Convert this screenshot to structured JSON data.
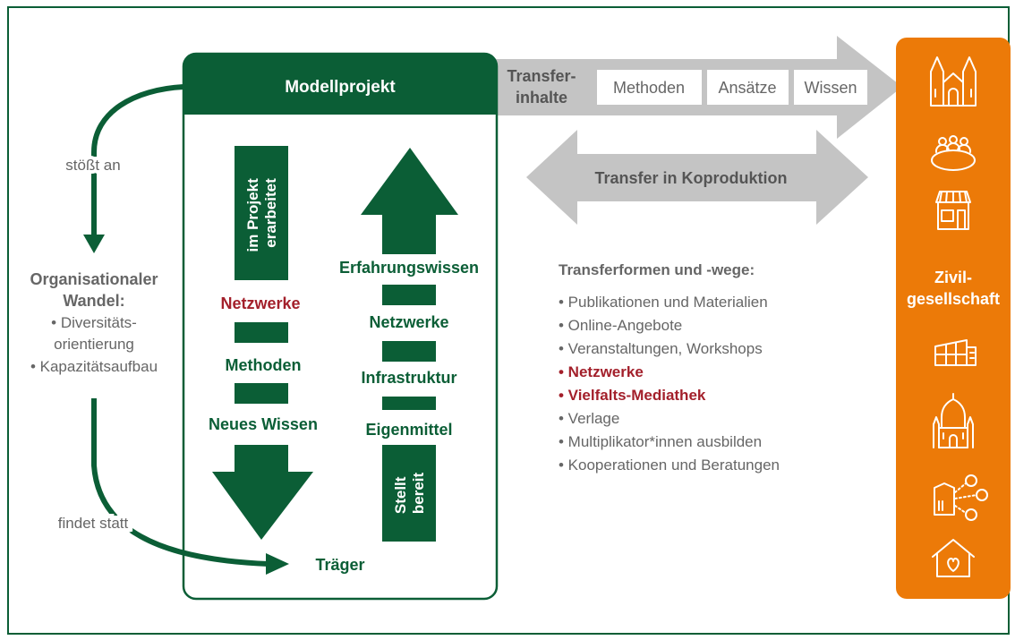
{
  "colors": {
    "green": "#0b5e36",
    "orange": "#ec7a08",
    "red": "#a3202b",
    "gray_arrow": "#c4c4c4",
    "text_gray": "#666666"
  },
  "project": {
    "title": "Modellprojekt",
    "down_column_top": "im Projekt erarbeitet",
    "down_items": [
      "Netzwerke",
      "Methoden",
      "Neues Wissen"
    ],
    "up_items": [
      "Erfahrungswissen",
      "Netzwerke",
      "Infrastruktur",
      "Eigenmittel"
    ],
    "up_column_bottom": "Stellt bereit",
    "bottom_label": "Träger"
  },
  "left": {
    "trigger_label": "stößt an",
    "heading_line1": "Organisationaler",
    "heading_line2": "Wandel:",
    "bullet1_line1": "• Diversitäts-",
    "bullet1_line2": "orientierung",
    "bullet2": "• Kapazitätsaufbau",
    "occurs_label": "findet statt"
  },
  "transfer": {
    "heading_line1": "Transfer-",
    "heading_line2": "inhalte",
    "boxes": [
      "Methoden",
      "Ansätze",
      "Wissen"
    ],
    "coproduction": "Transfer in Koproduktion"
  },
  "forms": {
    "title": "Transferformen und -wege:",
    "items": [
      {
        "text": "• Publikationen und Materialien",
        "highlight": false
      },
      {
        "text": "• Online-Angebote",
        "highlight": false
      },
      {
        "text": "• Veranstaltungen, Workshops",
        "highlight": false
      },
      {
        "text": "• Netzwerke",
        "highlight": true
      },
      {
        "text": "• Vielfalts-Mediathek",
        "highlight": true
      },
      {
        "text": "• Verlage",
        "highlight": false
      },
      {
        "text": "• Multiplikator*innen ausbilden",
        "highlight": false
      },
      {
        "text": "• Kooperationen und Beratungen",
        "highlight": false
      }
    ]
  },
  "civil": {
    "label_line1": "Zivil-",
    "label_line2": "gesellschaft",
    "icons": [
      "church-icon",
      "meeting-table-icon",
      "shop-icon",
      "school-icon",
      "mosque-icon",
      "office-people-icon",
      "home-heart-icon"
    ]
  }
}
